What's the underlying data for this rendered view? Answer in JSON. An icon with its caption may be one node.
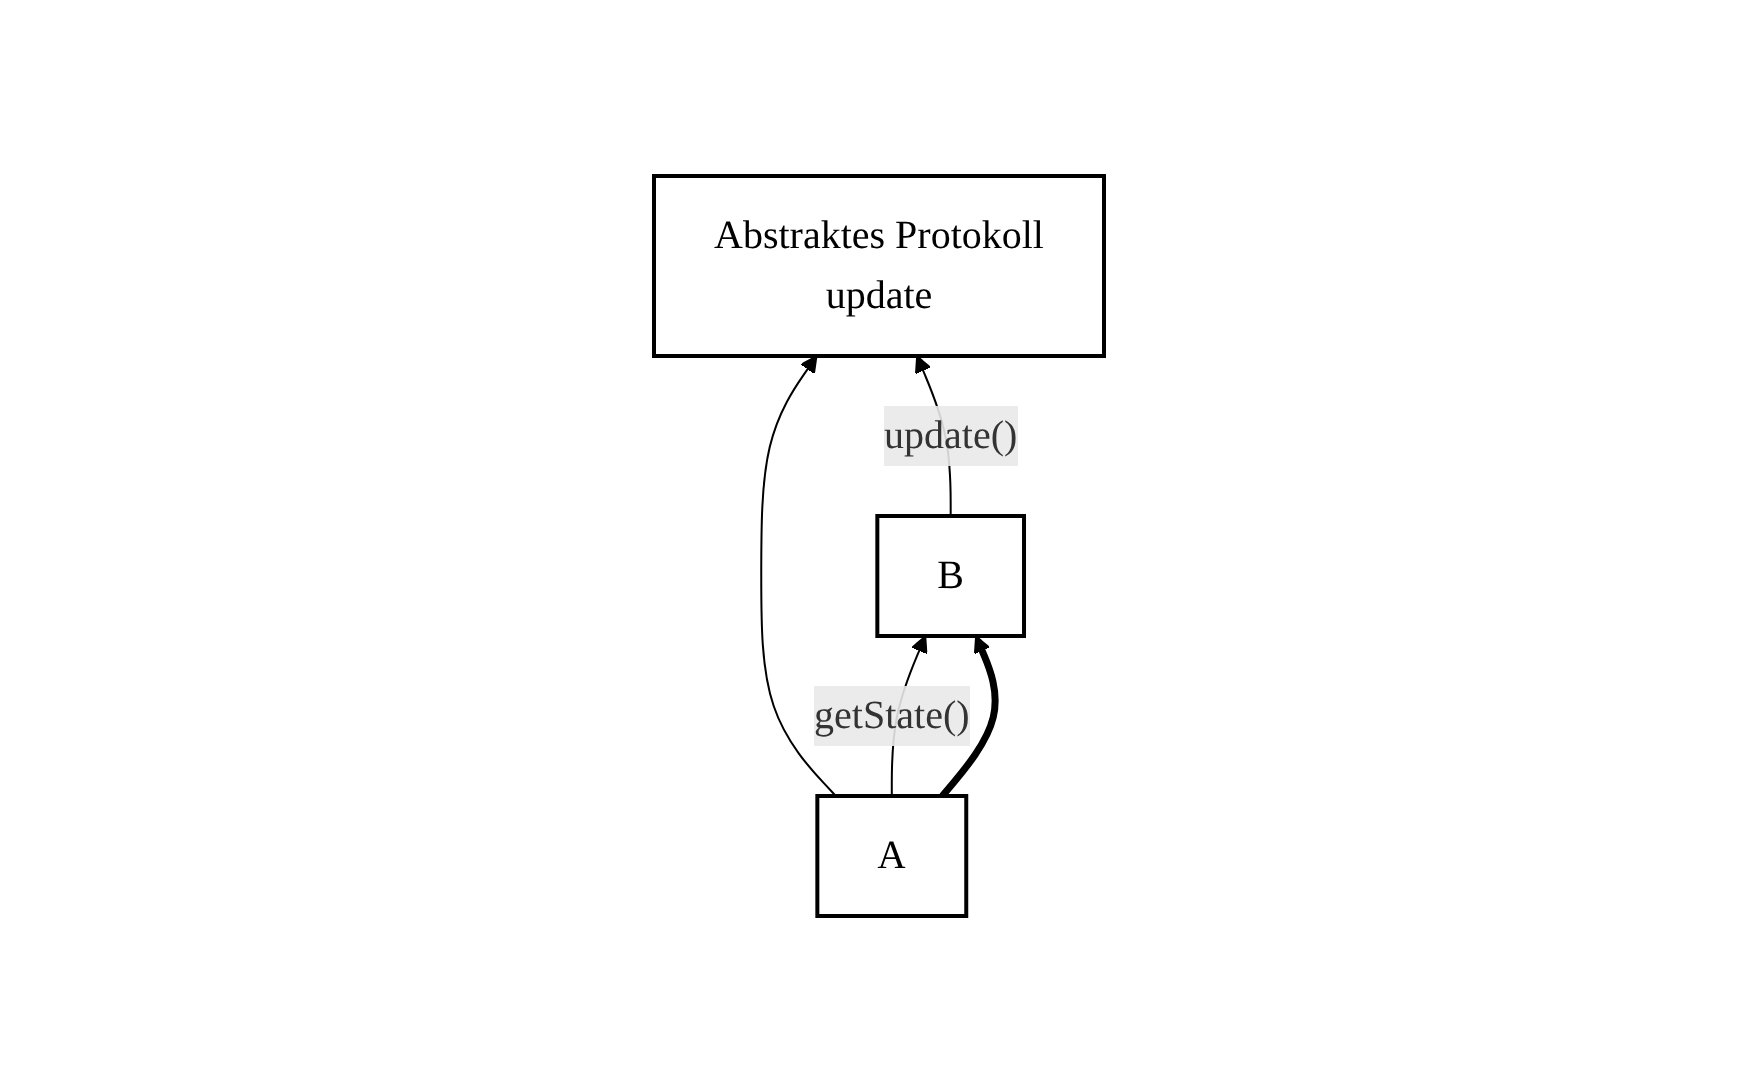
{
  "diagram": {
    "nodes": [
      {
        "text": [
          "Abstraktes Protokoll",
          "update"
        ]
      },
      {
        "text": [
          "A"
        ]
      },
      {
        "text": [
          "B"
        ]
      }
    ],
    "edges": [
      {
        "from": 1,
        "to": 0,
        "arrow": "to"
      },
      {
        "from": 2,
        "to": 0,
        "arrow": "to",
        "label": "update()"
      },
      {
        "from": 1,
        "to": 2,
        "arrow": "to",
        "label": "getState()"
      },
      {
        "from": 1,
        "to": 2,
        "arrow": "to",
        "style": "thick"
      }
    ]
  }
}
